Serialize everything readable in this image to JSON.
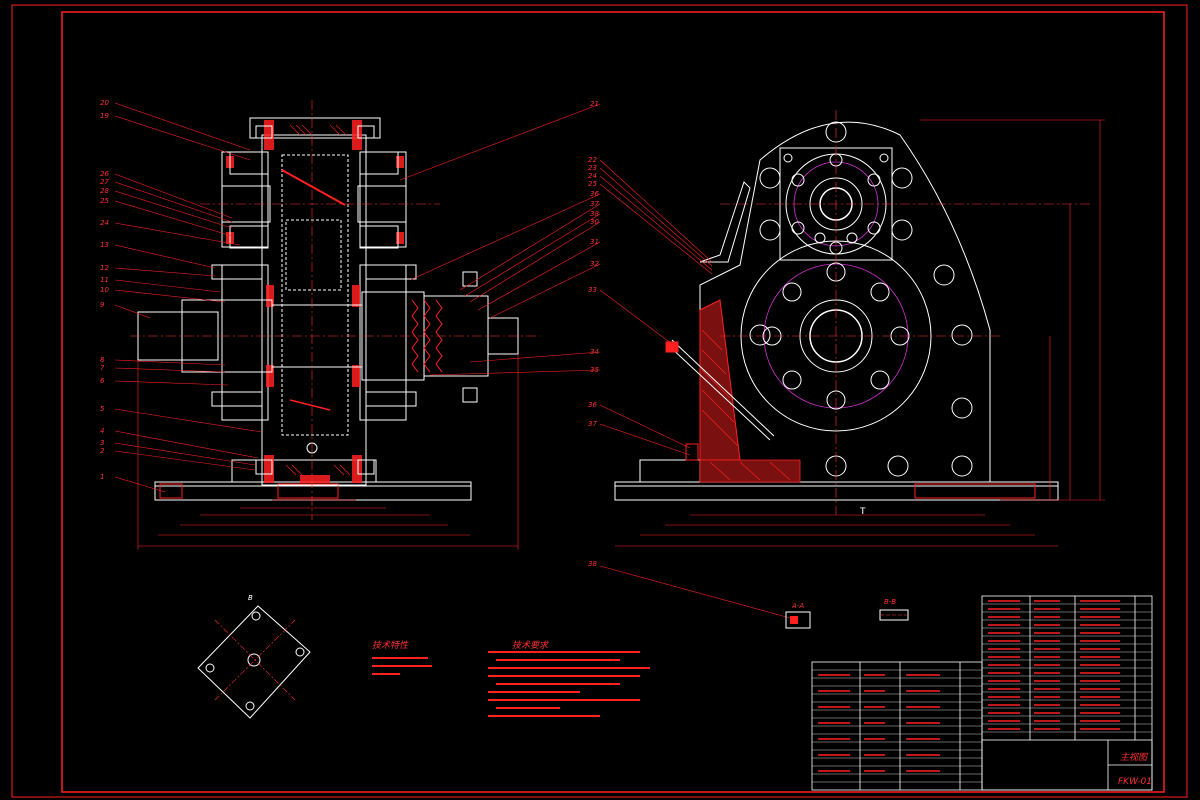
{
  "colors": {
    "background": "#000000",
    "frame": "#ff2020",
    "outline": "#ffffff",
    "section": "#ff2020",
    "center": "#ff3030",
    "pitch": "#d030d0"
  },
  "front_view": {
    "left_callouts": [
      "20",
      "19",
      "26",
      "27",
      "28",
      "25",
      "24",
      "13",
      "12",
      "11",
      "10",
      "9",
      "8",
      "7",
      "6",
      "5",
      "4",
      "3",
      "2",
      "1"
    ],
    "right_callouts": [
      "21",
      "36",
      "37",
      "38",
      "30",
      "31",
      "32",
      "34",
      "35"
    ]
  },
  "side_view": {
    "callouts": [
      "22",
      "23",
      "24",
      "25",
      "33",
      "36",
      "37"
    ],
    "section_mark": "T"
  },
  "detail_views": {
    "left_detail": "B",
    "middle_detail": "A-A",
    "right_detail": "B-B"
  },
  "notes": {
    "technical_heading": "技术特性",
    "requirements_heading": "技术要求"
  },
  "title_block": {
    "name": "主视图",
    "drawing_no": "FKW-01"
  }
}
